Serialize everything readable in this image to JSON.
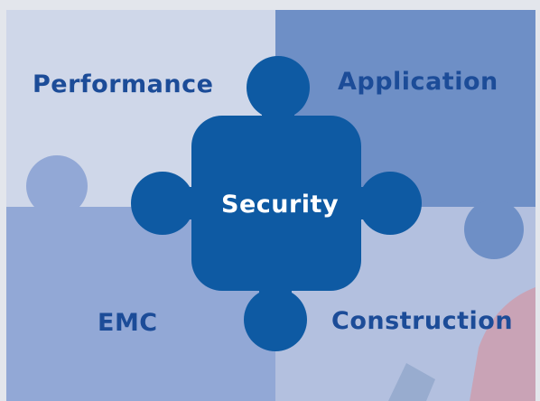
{
  "pieces": {
    "top_left": {
      "label": "Performance"
    },
    "top_right": {
      "label": "Application"
    },
    "center": {
      "label": "Security"
    },
    "bottom_left": {
      "label": "EMC"
    },
    "bottom_right": {
      "label": "Construction"
    }
  },
  "colors": {
    "background": "#e3e6ec",
    "top_left_fill": "#cfd7e9",
    "top_right_fill": "#6e8fc6",
    "bottom_left_fill": "#92a8d6",
    "bottom_right_fill": "#b3c0df",
    "center_fill": "#0e5aa3",
    "label_text": "#1c4c98",
    "center_text": "#ffffff",
    "accent_pink": "#c9a3b6"
  }
}
